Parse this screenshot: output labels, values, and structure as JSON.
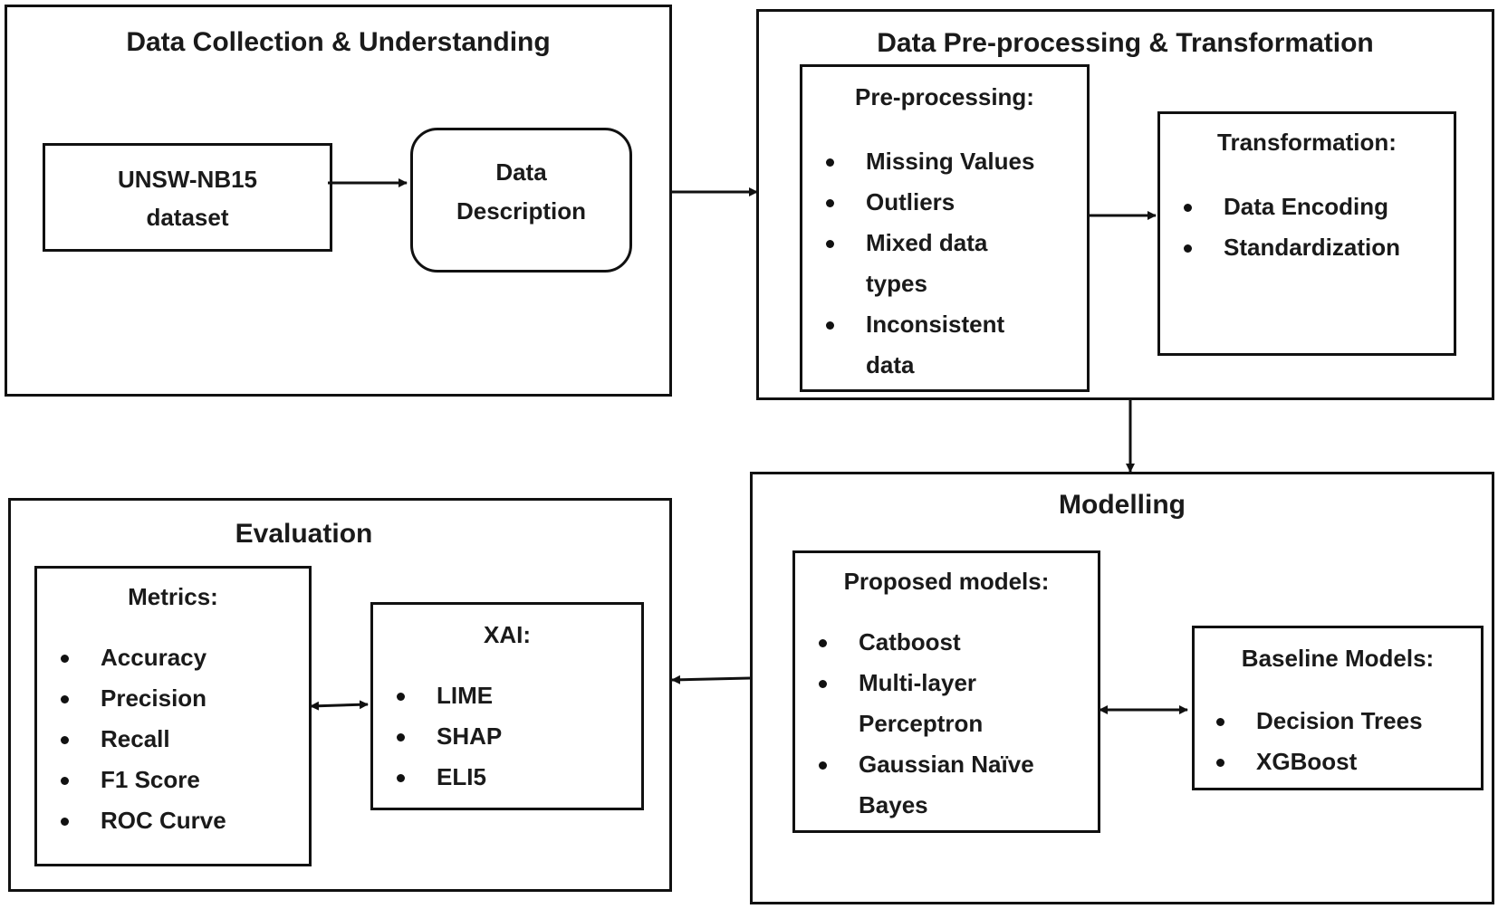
{
  "collection": {
    "title": "Data Collection & Understanding",
    "dataset": [
      "UNSW-NB15",
      "dataset"
    ],
    "description": [
      "Data",
      "Description"
    ]
  },
  "preprocessing": {
    "title": "Data Pre-processing & Transformation",
    "pre": {
      "title": "Pre-processing:",
      "items": [
        "Missing Values",
        "Outliers",
        "Mixed data",
        "types",
        "Inconsistent",
        "data"
      ]
    },
    "transform": {
      "title": "Transformation:",
      "items": [
        "Data Encoding",
        "Standardization"
      ]
    }
  },
  "modelling": {
    "title": "Modelling",
    "proposed": {
      "title": "Proposed models:",
      "items": [
        "Catboost",
        "Multi-layer",
        "Perceptron",
        "Gaussian Naïve",
        "Bayes"
      ]
    },
    "baseline": {
      "title": "Baseline Models:",
      "items": [
        "Decision Trees",
        "XGBoost"
      ]
    }
  },
  "evaluation": {
    "title": "Evaluation",
    "metrics": {
      "title": "Metrics:",
      "items": [
        "Accuracy",
        "Precision",
        "Recall",
        "F1 Score",
        "ROC Curve"
      ]
    },
    "xai": {
      "title": "XAI:",
      "items": [
        "LIME",
        "SHAP",
        "ELI5"
      ]
    }
  }
}
